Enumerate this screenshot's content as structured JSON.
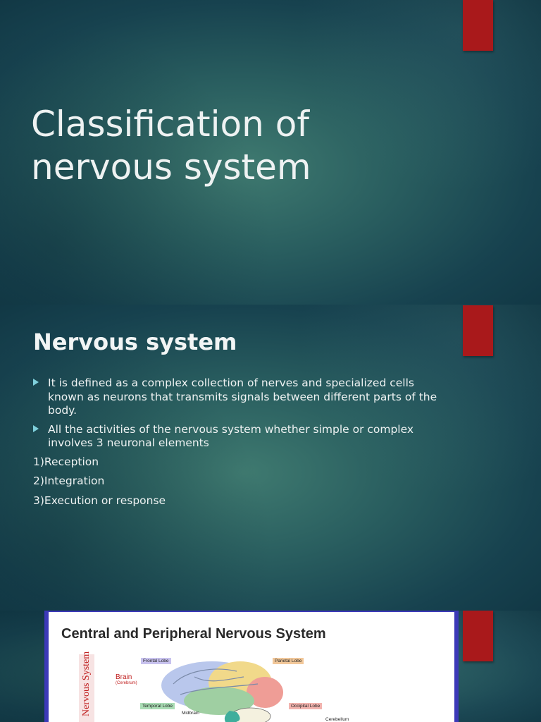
{
  "slide1": {
    "title": "Classification of nervous system"
  },
  "slide2": {
    "heading": "Nervous system",
    "bullets": [
      "It is defined as a complex collection of nerves and specialized cells known as neurons that transmits signals between different parts of the body.",
      "All the activities of the nervous system whether simple or complex involves 3 neuronal elements"
    ],
    "steps": [
      "1)Reception",
      "2)Integration",
      "3)Execution or response"
    ]
  },
  "slide3": {
    "diagram_title": "Central and Peripheral Nervous System",
    "side_label": "Nervous System",
    "brain_label": "Brain",
    "brain_sublabel": "(Cerebrum)",
    "lobes": {
      "frontal": "Frontal Lobe",
      "parietal": "Parietal Lobe",
      "temporal": "Temporal Lobe",
      "occipital": "Occipital Lobe"
    },
    "midbrain": "Midbrain",
    "cerebellum": "Cerebellum"
  },
  "colors": {
    "accent_tab": "#a9191b",
    "bullet_arrow": "#7fd0dc",
    "diagram_border": "#3c39b8"
  }
}
